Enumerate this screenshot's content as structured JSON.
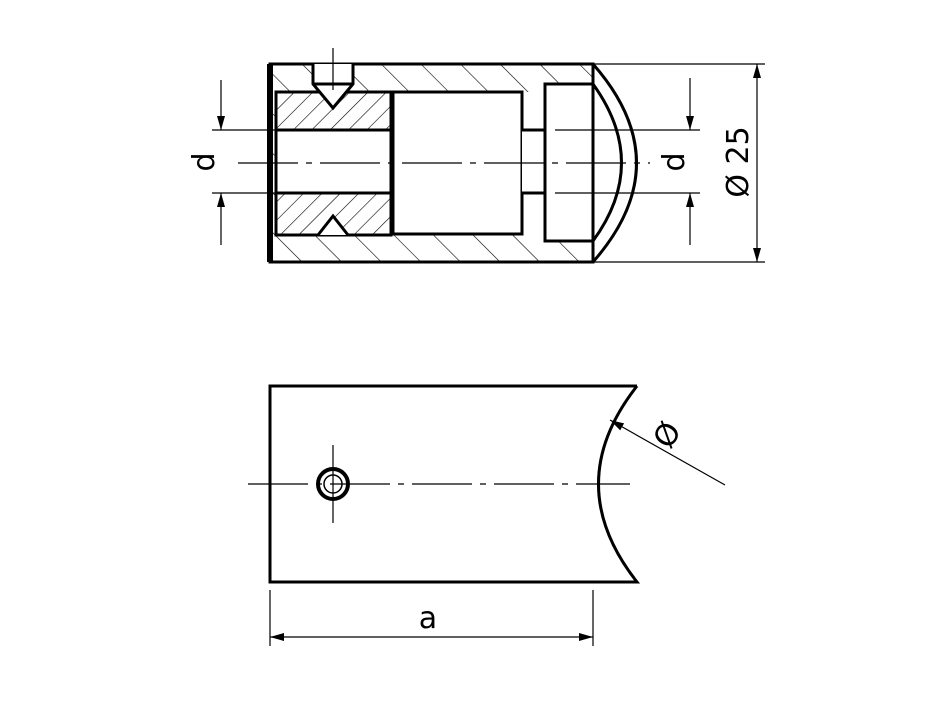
{
  "drawing": {
    "colors": {
      "line": "#000000",
      "background": "#ffffff"
    },
    "section_view": {
      "dim_left_label": "d",
      "dim_right_label": "d",
      "dim_diameter_label": "Ø 25"
    },
    "plan_view": {
      "dim_length_label": "a",
      "dim_radius_label": "Ø"
    }
  }
}
